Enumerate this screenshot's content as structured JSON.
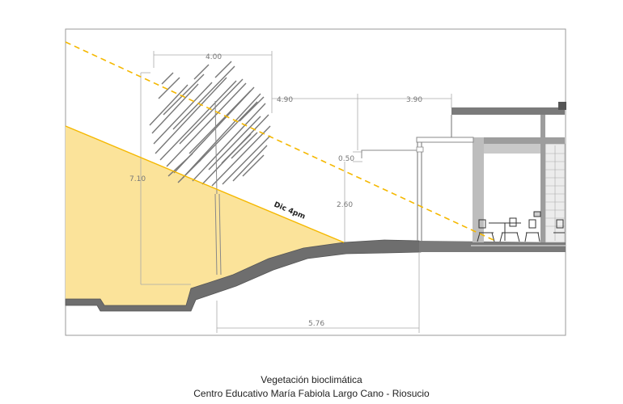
{
  "diagram": {
    "sun_label": "Dic 4pm",
    "dimensions": {
      "tree_width": "4.00",
      "sun_offset": "4.90",
      "roof_overhang": "3.90",
      "canopy_gap": "0.50",
      "tree_height": "7.10",
      "clear_height": "2.60",
      "base_length": "5.76"
    },
    "colors": {
      "sun_shade": "#fbe39a",
      "sun_line": "#f5b800",
      "ground": "#6e6e6e",
      "frame": "#9a9a9a"
    }
  },
  "caption": {
    "line1": "Vegetación bioclimática",
    "line2": "Centro Educativo María Fabiola Largo Cano - Riosucio"
  }
}
